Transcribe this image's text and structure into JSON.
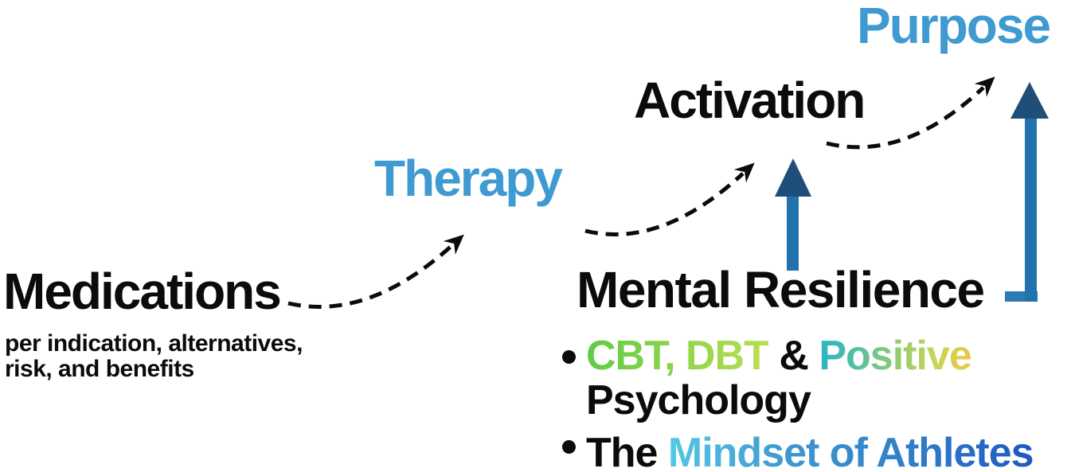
{
  "diagram_type": "progression-roadmap",
  "steps": {
    "medications": {
      "label": "Medications",
      "subtitle": "per indication, alternatives, risk, and benefits",
      "color": "#0b0b0b"
    },
    "therapy": {
      "label": "Therapy",
      "color": "#3f9ad2"
    },
    "activation": {
      "label": "Activation",
      "color": "#0b0b0b"
    },
    "purpose": {
      "label": "Purpose",
      "color": "#3f9ad2"
    }
  },
  "mental_resilience": {
    "title": "Mental Resilience",
    "bullets": {
      "bullet1": {
        "cbt_dbt": "CBT, DBT",
        "ampersand": " & ",
        "positive": "Positive",
        "psychology": "Psychology"
      },
      "bullet2": {
        "the": "The ",
        "mindset_of_athletes": "Mindset of Athletes"
      }
    }
  },
  "arrows": {
    "dashed": [
      {
        "from": "Medications",
        "to": "Therapy",
        "style": "dashed-curved",
        "color": "#0b0b0b"
      },
      {
        "from": "Therapy",
        "to": "Activation",
        "style": "dashed-curved",
        "color": "#0b0b0b"
      },
      {
        "from": "Activation",
        "to": "Purpose",
        "style": "dashed-curved",
        "color": "#0b0b0b"
      }
    ],
    "solid": [
      {
        "from": "Mental Resilience",
        "to": "Activation",
        "style": "solid-vertical",
        "head_color": "#1f4e79",
        "shaft_color": "#2272ae"
      },
      {
        "from": "Mental Resilience",
        "to": "Purpose",
        "style": "solid-elbow",
        "head_color": "#1f4e79",
        "shaft_color": "#2272ae"
      }
    ]
  },
  "colors": {
    "background": "#ffffff",
    "heading_blue": "#3f9ad2",
    "text_black": "#0b0b0b",
    "gradient_green": [
      "#5ecc45",
      "#bcdd52"
    ],
    "gradient_teal_yellow": [
      "#29b4c4",
      "#8ecb72",
      "#e9ca45"
    ],
    "gradient_cyan_blue": [
      "#55c8e6",
      "#1f58c0"
    ],
    "solid_arrow_head": "#1f4e79",
    "solid_arrow_shaft": "#2272ae"
  }
}
